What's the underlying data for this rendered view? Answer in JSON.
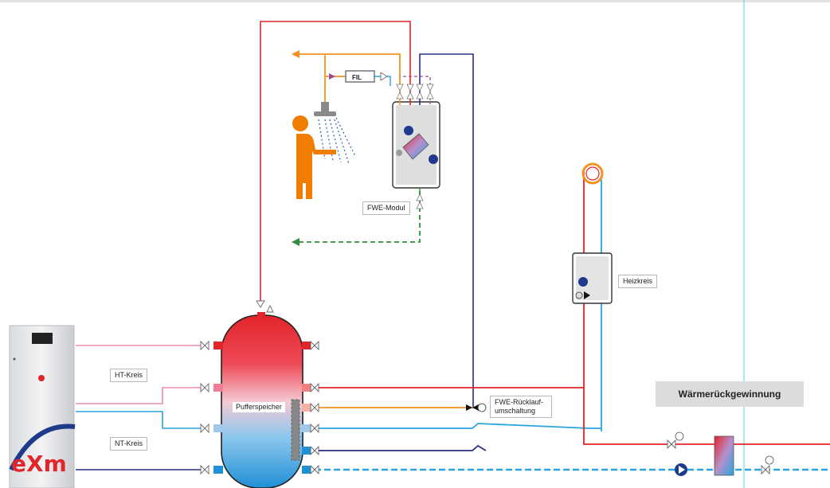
{
  "labels": {
    "fwe_modul": "FWE-Modul",
    "heizkreis": "Heizkreis",
    "pufferspeicher": "Pufferspeicher",
    "ht_kreis": "HT-Kreis",
    "nt_kreis": "NT-Kreis",
    "fwe_ruecklauf_line1": "FWE-Rücklauf-",
    "fwe_ruecklauf_line2": "umschaltung",
    "waermerueckgewinnung": "Wärmerückgewinnung",
    "filter": "FIL",
    "logo": "eXm"
  },
  "colors": {
    "hot": "#e2242b",
    "cold": "#2aa4e0",
    "pink": "#e98bb1",
    "warm_water": "#f39322",
    "dark_blue": "#2c2e7f",
    "green_dashed": "#2f8f3e",
    "person": "#f07c00",
    "tank_top": "#e2242b",
    "tank_bottom": "#1f8fd6",
    "cyan_guide": "#5ed0e8"
  },
  "icons": {
    "shower": "shower-icon",
    "person": "person-icon",
    "pump": "pump-icon",
    "heat_exchanger": "heat-exchanger-icon",
    "valve": "valve-icon",
    "coil": "heating-coil-icon",
    "control_unit": "heat-generator-cabinet"
  }
}
